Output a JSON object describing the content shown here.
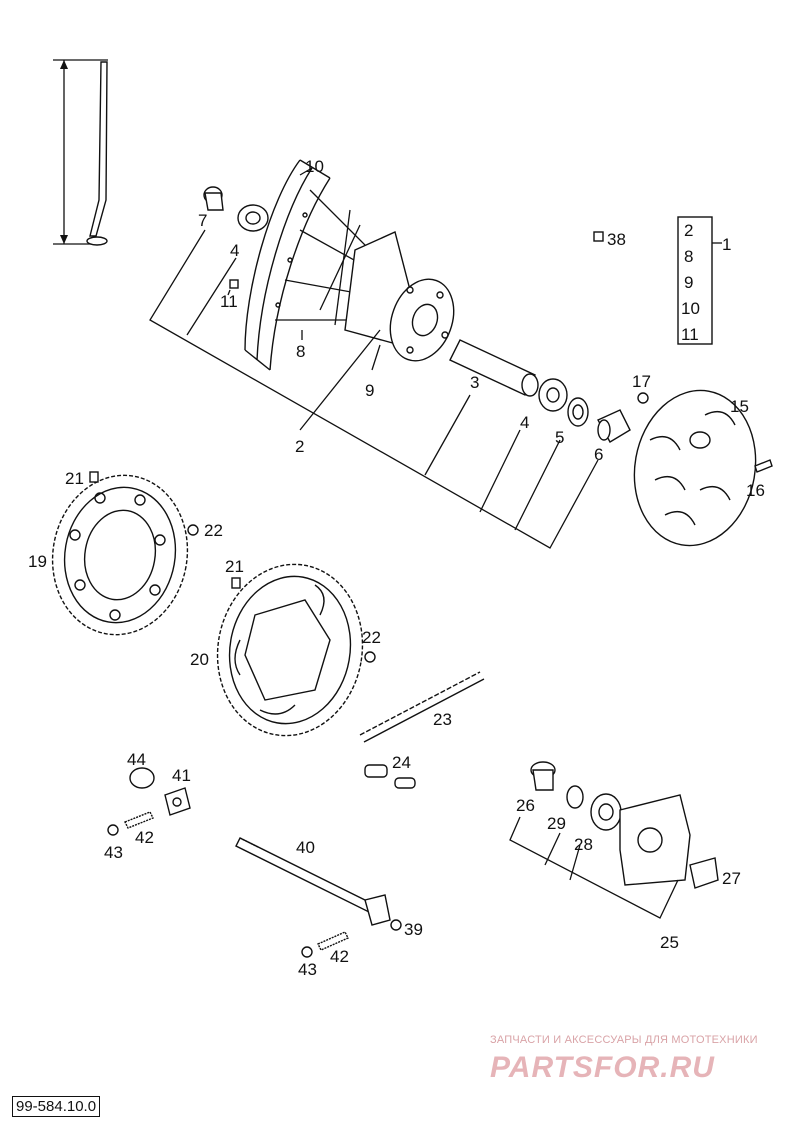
{
  "diagram_code": "99-584.10.0",
  "watermark": {
    "tagline": "ЗАПЧАСТИ И АКСЕССУАРЫ ДЛЯ МОТОТЕХНИКИ",
    "brand": "PARTSFOR.RU"
  },
  "assembly_box": [
    "2",
    "8",
    "9",
    "10",
    "11"
  ],
  "callouts": {
    "c1": "1",
    "c2": "2",
    "c3": "3",
    "c4a": "4",
    "c4b": "4",
    "c5": "5",
    "c6": "6",
    "c7": "7",
    "c8": "8",
    "c9": "9",
    "c10": "10",
    "c11": "11",
    "c15": "15",
    "c16": "16",
    "c17": "17",
    "c19": "19",
    "c20": "20",
    "c21a": "21",
    "c21b": "21",
    "c22a": "22",
    "c22b": "22",
    "c23": "23",
    "c24": "24",
    "c25": "25",
    "c26": "26",
    "c27": "27",
    "c28": "28",
    "c29": "29",
    "c38": "38",
    "c39": "39",
    "c40": "40",
    "c41": "41",
    "c42a": "42",
    "c42b": "42",
    "c43a": "43",
    "c43b": "43",
    "c44": "44"
  }
}
